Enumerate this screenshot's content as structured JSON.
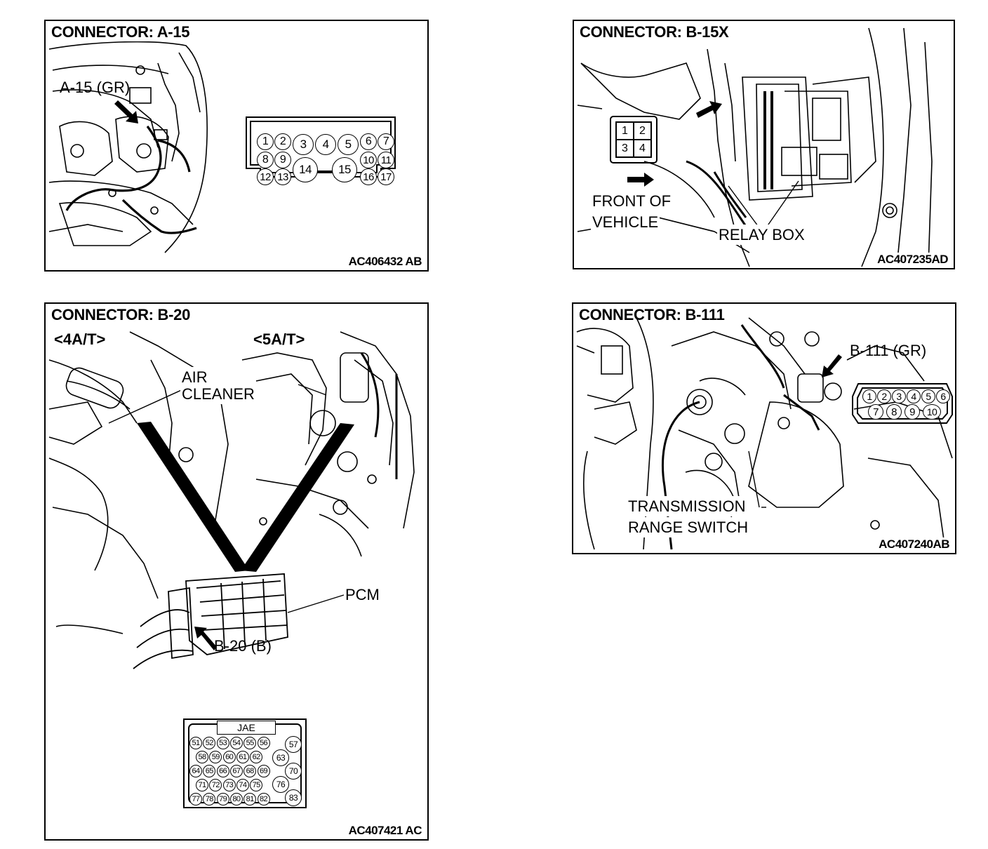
{
  "panels": {
    "a15": {
      "title": "CONNECTOR: A-15",
      "label": "A-15 (GR)",
      "code": "AC406432 AB",
      "pins": [
        "1",
        "2",
        "3",
        "4",
        "5",
        "6",
        "7",
        "8",
        "9",
        "10",
        "11",
        "12",
        "13",
        "14",
        "15",
        "16",
        "17"
      ]
    },
    "b15x": {
      "title": "CONNECTOR: B-15X",
      "front_line1": "FRONT OF",
      "front_line2": "VEHICLE",
      "relay_box": "RELAY BOX",
      "code": "AC407235AD",
      "pins": [
        "1",
        "2",
        "3",
        "4"
      ]
    },
    "b20": {
      "title": "CONNECTOR: B-20",
      "at4": "<4A/T>",
      "at5": "<5A/T>",
      "air_line1": "AIR",
      "air_line2": "CLEANER",
      "pcm": "PCM",
      "label": "B-20 (B)",
      "jae": "JAE",
      "code": "AC407421 AC",
      "pins": [
        "51",
        "52",
        "53",
        "54",
        "55",
        "56",
        "57",
        "58",
        "59",
        "60",
        "61",
        "62",
        "63",
        "64",
        "65",
        "66",
        "67",
        "68",
        "69",
        "70",
        "71",
        "72",
        "73",
        "74",
        "75",
        "76",
        "77",
        "78",
        "79",
        "80",
        "81",
        "82",
        "83"
      ]
    },
    "b111": {
      "title": "CONNECTOR: B-111",
      "label": "B-111 (GR)",
      "trs_line1": "TRANSMISSION",
      "trs_line2": "RANGE SWITCH",
      "code": "AC407240AB",
      "pins": [
        "1",
        "2",
        "3",
        "4",
        "5",
        "6",
        "7",
        "8",
        "9",
        "10"
      ]
    }
  }
}
